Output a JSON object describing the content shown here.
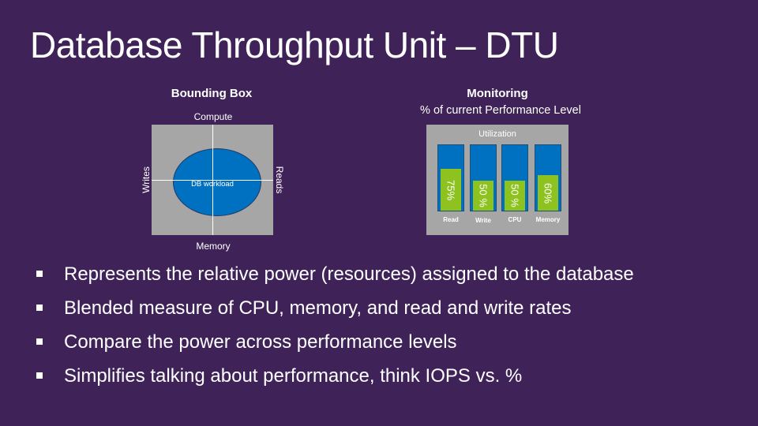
{
  "slide": {
    "title": "Database Throughput Unit – DTU"
  },
  "bounding_box": {
    "heading": "Bounding Box",
    "top_label": "Compute",
    "bottom_label": "Memory",
    "left_label": "Writes",
    "right_label": "Reads",
    "center_label": "DB workload"
  },
  "monitoring": {
    "heading": "Monitoring",
    "subheading": "% of current Performance Level",
    "utilization_label": "Utilization",
    "bars": [
      {
        "label": "Read",
        "value_text": "75%",
        "fill": 0.62
      },
      {
        "label": "Write",
        "value_text": "50 %",
        "fill": 0.45
      },
      {
        "label": "CPU",
        "value_text": "50 %",
        "fill": 0.45
      },
      {
        "label": "Memory",
        "value_text": "60%",
        "fill": 0.53
      }
    ]
  },
  "bullets": [
    "Represents the relative power (resources) assigned to the database",
    "Blended measure of CPU, memory, and read and write rates",
    "Compare the power across performance levels",
    "Simplifies talking about performance, think IOPS vs. %"
  ],
  "colors": {
    "background": "#3f2358",
    "panel_gray": "#a6a6a6",
    "bar_blue": "#0070c0",
    "bar_green": "#8dc21f"
  }
}
